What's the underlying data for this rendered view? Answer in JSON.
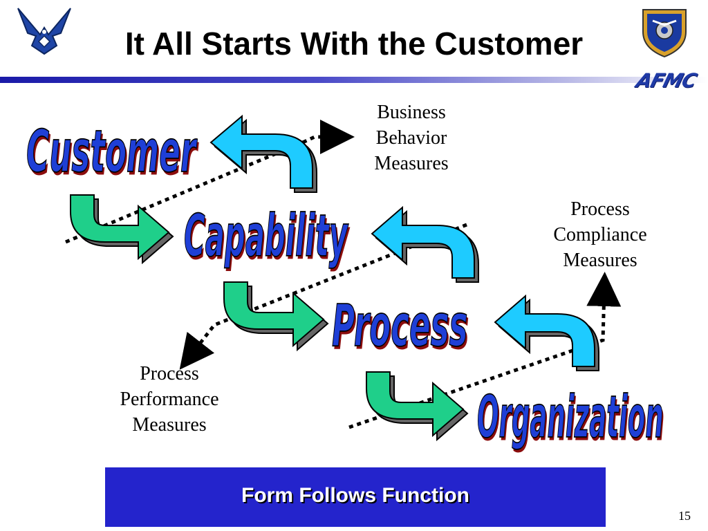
{
  "header": {
    "title": "It All Starts With the Customer",
    "org_logo_text": "AFMC"
  },
  "diagram": {
    "levels": [
      "Customer",
      "Capability",
      "Process",
      "Organization"
    ],
    "measures": {
      "business_behavior": [
        "Business",
        "Behavior",
        "Measures"
      ],
      "process_compliance": [
        "Process",
        "Compliance",
        "Measures"
      ],
      "process_performance": [
        "Process",
        "Performance",
        "Measures"
      ]
    },
    "colors": {
      "word_fill": "#1f3fd6",
      "word_shadow": "#8b0d0d",
      "down_arrow": "#1fcf8a",
      "up_arrow": "#1ecbff"
    }
  },
  "footer": {
    "banner": "Form Follows Function",
    "page_number": "15"
  }
}
